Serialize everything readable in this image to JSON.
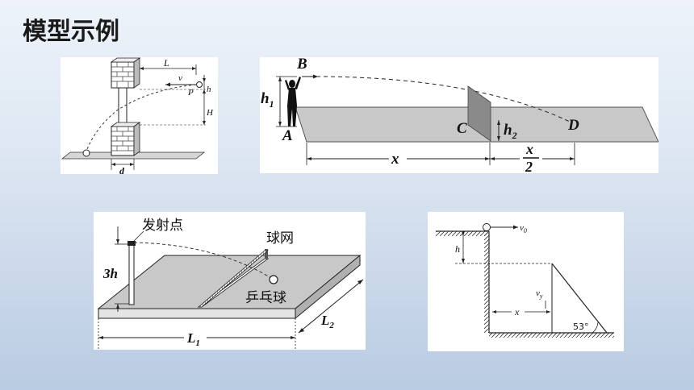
{
  "slide": {
    "title": "模型示例"
  },
  "fig1": {
    "L": "L",
    "v": "v",
    "P": "P",
    "h": "h",
    "H": "H",
    "d": "d"
  },
  "fig2": {
    "B": "B",
    "h1": "h",
    "h1_sub": "1",
    "A": "A",
    "C": "C",
    "h2": "h",
    "h2_sub": "2",
    "D": "D",
    "x": "x",
    "x2_num": "x",
    "x2_den": "2"
  },
  "fig3": {
    "launch": "发射点",
    "net": "球网",
    "ball": "乒乓球",
    "h3": "3h",
    "L1": "L",
    "L1_sub": "1",
    "L2": "L",
    "L2_sub": "2"
  },
  "fig4": {
    "v0": "v",
    "v0_sub": "0",
    "h": "h",
    "vy": "v",
    "vy_sub": "y",
    "x": "x",
    "angle": "53°"
  },
  "colors": {
    "background_top": "#eef3fa",
    "background_bottom": "#b9cbe2",
    "table_gray": "#c8c8c8"
  }
}
